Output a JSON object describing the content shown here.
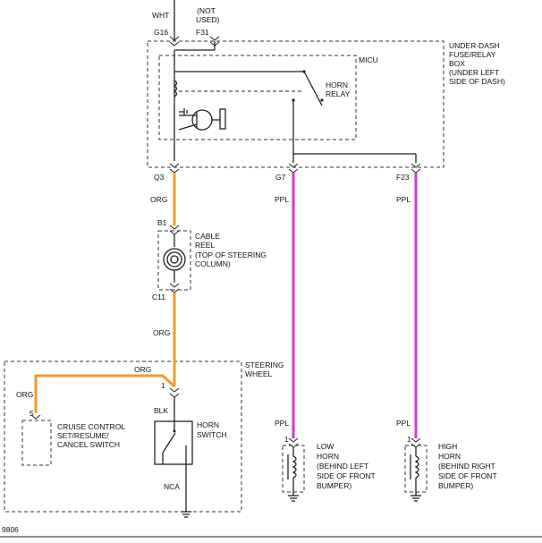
{
  "labels": {
    "wht": "WHT",
    "not_used_1": "(NOT",
    "not_used_2": "USED)",
    "g16": "G16",
    "f31": "F31",
    "fusebox_1": "UNDER-DASH",
    "fusebox_2": "FUSE/RELAY",
    "fusebox_3": "BOX",
    "fusebox_4": "(UNDER LEFT",
    "fusebox_5": "SIDE OF DASH)",
    "micu": "MICU",
    "horn_relay_1": "HORN",
    "horn_relay_2": "RELAY",
    "q3": "Q3",
    "g7": "G7",
    "f23": "F23",
    "org_1": "ORG",
    "ppl_1": "PPL",
    "ppl_2": "PPL",
    "b1": "B1",
    "cable_reel_1": "CABLE",
    "cable_reel_2": "REEL",
    "cable_reel_3": "(TOP OF STEERING",
    "cable_reel_4": "COLUMN)",
    "c11": "C11",
    "org_2": "ORG",
    "org_3": "ORG",
    "steering_1": "STEERING",
    "steering_2": "WHEEL",
    "org_4": "ORG",
    "pin_1_switch": "1",
    "pin_5": "5",
    "blk": "BLK",
    "cruise_1": "CRUISE CONTROL",
    "cruise_2": "SET/RESUME/",
    "cruise_3": "CANCEL SWITCH",
    "horn_switch_1": "HORN",
    "horn_switch_2": "SWITCH",
    "nca": "NCA",
    "ppl_3": "PPL",
    "ppl_4": "PPL",
    "pin_1_low": "1",
    "pin_1_high": "1",
    "low_horn_1": "LOW",
    "low_horn_2": "HORN",
    "low_horn_3": "(BEHIND LEFT",
    "low_horn_4": "SIDE OF FRONT",
    "low_horn_5": "BUMPER)",
    "high_horn_1": "HIGH",
    "high_horn_2": "HORN",
    "high_horn_3": "(BEHIND RIGHT",
    "high_horn_4": "SIDE OF FRONT",
    "high_horn_5": "BUMPER)",
    "figure_id": "9806"
  },
  "colors": {
    "org_wire": "#f39a2b",
    "ppl_wire": "#d13ad6",
    "line": "#222222"
  }
}
